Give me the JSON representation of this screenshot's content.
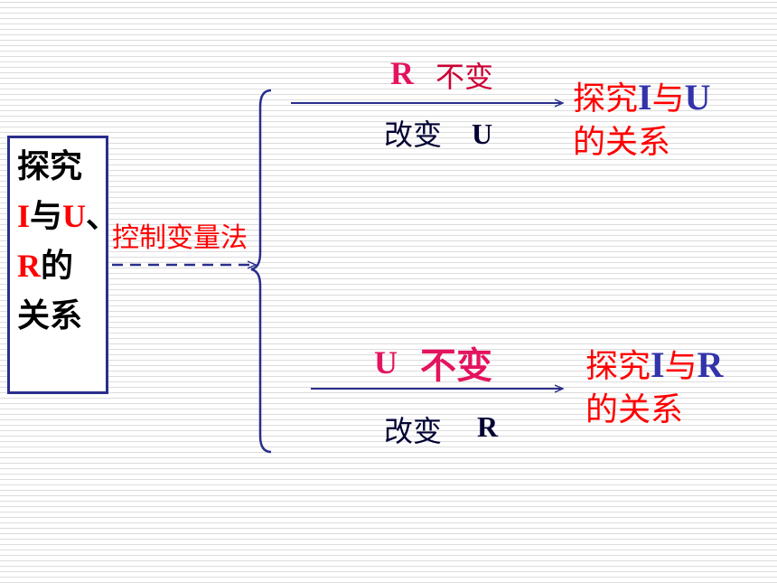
{
  "left_box": {
    "line1": "探究",
    "line2_var1": "I",
    "line2_conj": "与",
    "line2_var2": "U",
    "line2_sep": "、",
    "line3_var": "R",
    "line3_text": "的",
    "line4": "关系"
  },
  "method_label": "控制变量法",
  "top_branch": {
    "fixed_var": "R",
    "fixed_word": "不变",
    "change_word": "改变",
    "change_var": "U",
    "result_prefix": "探究",
    "result_var1": "I",
    "result_conj": "与",
    "result_var2": "U",
    "result_suffix": "的关系"
  },
  "bottom_branch": {
    "fixed_var": "U",
    "fixed_word": "不变",
    "change_word": "改变",
    "change_var": "R",
    "result_prefix": "探究",
    "result_var1": "I",
    "result_conj": "与",
    "result_var2": "R",
    "result_suffix": "的关系"
  },
  "colors": {
    "frame_blue": "#2a2e8c",
    "red": "#ff0000",
    "magenta": "#e4135f",
    "navy": "#000033",
    "result_blue": "#3333aa"
  }
}
